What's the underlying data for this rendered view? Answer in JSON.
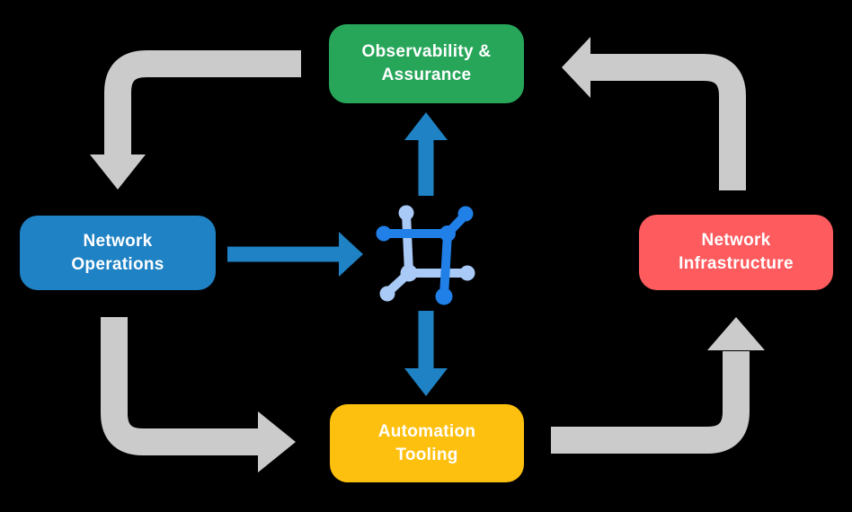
{
  "diagram": {
    "background_color": "#000000",
    "nodes": [
      {
        "id": "observability-assurance",
        "label": "Observability & Assurance",
        "lines": [
          "Observability &",
          "Assurance"
        ],
        "color": "#27a65a",
        "text_color": "#ffffff"
      },
      {
        "id": "network-operations",
        "label": "Network Operations",
        "lines": [
          "Network",
          "Operations"
        ],
        "color": "#1f82c4",
        "text_color": "#ffffff"
      },
      {
        "id": "network-infrastructure",
        "label": "Network Infrastructure",
        "lines": [
          "Network",
          "Infrastructure"
        ],
        "color": "#fd5b5e",
        "text_color": "#ffffff"
      },
      {
        "id": "automation-tooling",
        "label": "Automation Tooling",
        "lines": [
          "Automation",
          "Tooling"
        ],
        "color": "#fec00f",
        "text_color": "#ffffff"
      }
    ],
    "center_icon": {
      "name": "network-hub-icon",
      "dark_color": "#2080e8",
      "light_color": "#a9c9f6"
    },
    "arrow_colors": {
      "cycle": "#cbcbcb",
      "hub": "#1f82c4"
    },
    "edges": [
      {
        "from": "observability-assurance",
        "to": "network-operations",
        "style": "gray-elbow"
      },
      {
        "from": "network-operations",
        "to": "automation-tooling",
        "style": "gray-elbow"
      },
      {
        "from": "automation-tooling",
        "to": "network-infrastructure",
        "style": "gray-elbow"
      },
      {
        "from": "network-infrastructure",
        "to": "observability-assurance",
        "style": "gray-elbow"
      },
      {
        "from": "network-operations",
        "to": "network-hub-icon",
        "style": "blue-straight"
      },
      {
        "from": "network-hub-icon",
        "to": "observability-assurance",
        "style": "blue-straight"
      },
      {
        "from": "network-hub-icon",
        "to": "automation-tooling",
        "style": "blue-straight"
      }
    ]
  }
}
